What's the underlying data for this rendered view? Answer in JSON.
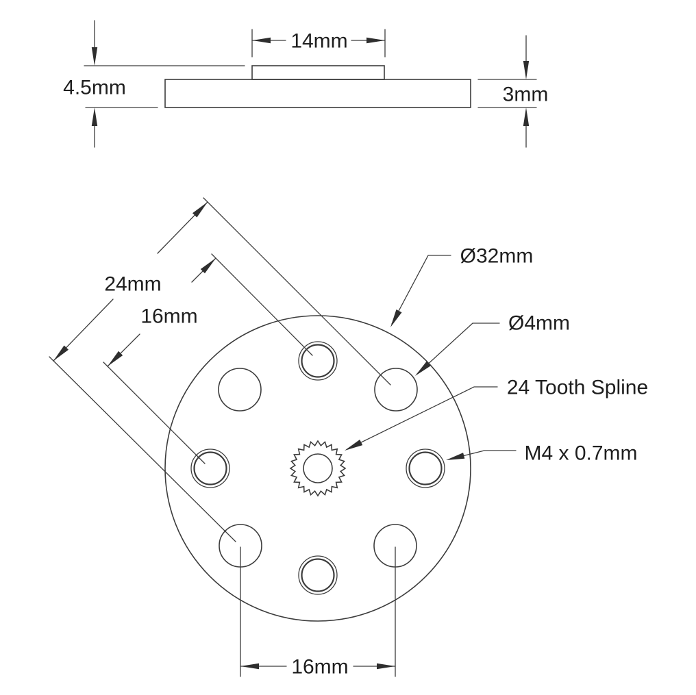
{
  "page": {
    "background": "#ffffff",
    "line_color": "#3c3c3c",
    "text_color": "#1e1e1e"
  },
  "side_view": {
    "boss_width_dim": "14mm",
    "overall_thickness_dim": "4.5mm",
    "plate_thickness_dim": "3mm"
  },
  "face_view": {
    "outer_diameter_label": "Ø32mm",
    "thru_hole_diameter_label": "Ø4mm",
    "spline_label": "24 Tooth Spline",
    "tapped_hole_label": "M4 x 0.7mm",
    "outer_hole_diagonal_spacing_dim": "24mm",
    "inner_hole_diagonal_spacing_dim": "16mm",
    "lower_hole_spacing_dim": "16mm"
  }
}
